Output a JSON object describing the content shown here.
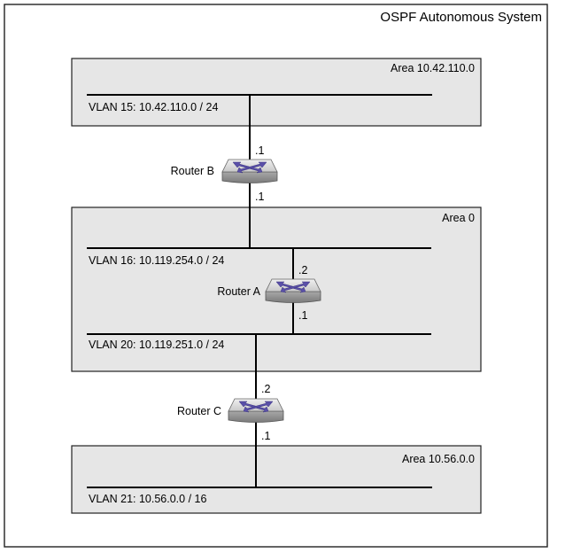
{
  "system_title": "OSPF Autonomous System",
  "areas": {
    "top": "Area 10.42.110.0",
    "backbone": "Area 0",
    "bottom": "Area 10.56.0.0"
  },
  "vlans": {
    "vlan15": "VLAN 15: 10.42.110.0 / 24",
    "vlan16": "VLAN 16: 10.119.254.0 / 24",
    "vlan20": "VLAN 20: 10.119.251.0 / 24",
    "vlan21": "VLAN 21: 10.56.0.0 / 16"
  },
  "routers": {
    "a": "Router A",
    "b": "Router B",
    "c": "Router C"
  },
  "interfaces": {
    "b_top": ".1",
    "b_bottom": ".1",
    "a_top": ".2",
    "a_bottom": ".1",
    "c_top": ".2",
    "c_bottom": ".1"
  },
  "colors": {
    "area_fill": "#e6e6e6",
    "router_top": "#dcdcdc",
    "router_side": "#9a9a9a",
    "router_arrows": "#5a50a8"
  }
}
